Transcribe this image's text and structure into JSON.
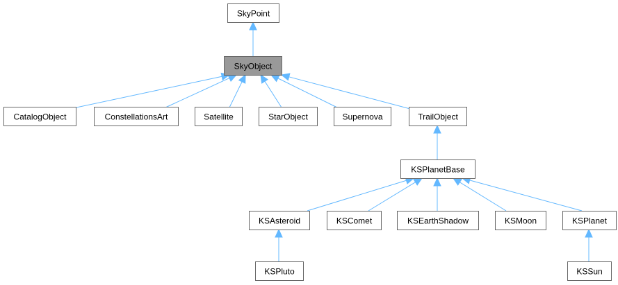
{
  "diagram": {
    "nodes": [
      {
        "id": "skypoint",
        "label": "SkyPoint"
      },
      {
        "id": "skyobject",
        "label": "SkyObject",
        "current": true
      },
      {
        "id": "catalogobject",
        "label": "CatalogObject"
      },
      {
        "id": "constellationsart",
        "label": "ConstellationsArt"
      },
      {
        "id": "satellite",
        "label": "Satellite"
      },
      {
        "id": "starobject",
        "label": "StarObject"
      },
      {
        "id": "supernova",
        "label": "Supernova"
      },
      {
        "id": "trailobject",
        "label": "TrailObject"
      },
      {
        "id": "ksplanetbase",
        "label": "KSPlanetBase"
      },
      {
        "id": "ksasteroid",
        "label": "KSAsteroid"
      },
      {
        "id": "kscomet",
        "label": "KSComet"
      },
      {
        "id": "ksearthshadow",
        "label": "KSEarthShadow"
      },
      {
        "id": "ksmoon",
        "label": "KSMoon"
      },
      {
        "id": "ksplanet",
        "label": "KSPlanet"
      },
      {
        "id": "kspluto",
        "label": "KSPluto"
      },
      {
        "id": "kssun",
        "label": "KSSun"
      }
    ],
    "edges": [
      {
        "from": "skyobject",
        "to": "skypoint"
      },
      {
        "from": "catalogobject",
        "to": "skyobject"
      },
      {
        "from": "constellationsart",
        "to": "skyobject"
      },
      {
        "from": "satellite",
        "to": "skyobject"
      },
      {
        "from": "starobject",
        "to": "skyobject"
      },
      {
        "from": "supernova",
        "to": "skyobject"
      },
      {
        "from": "trailobject",
        "to": "skyobject"
      },
      {
        "from": "ksplanetbase",
        "to": "trailobject"
      },
      {
        "from": "ksasteroid",
        "to": "ksplanetbase"
      },
      {
        "from": "kscomet",
        "to": "ksplanetbase"
      },
      {
        "from": "ksearthshadow",
        "to": "ksplanetbase"
      },
      {
        "from": "ksmoon",
        "to": "ksplanetbase"
      },
      {
        "from": "ksplanet",
        "to": "ksplanetbase"
      },
      {
        "from": "kspluto",
        "to": "ksasteroid"
      },
      {
        "from": "kssun",
        "to": "ksplanet"
      }
    ],
    "colors": {
      "edge": "#63b8ff",
      "node_border": "#666666",
      "current_fill": "#999999"
    }
  }
}
